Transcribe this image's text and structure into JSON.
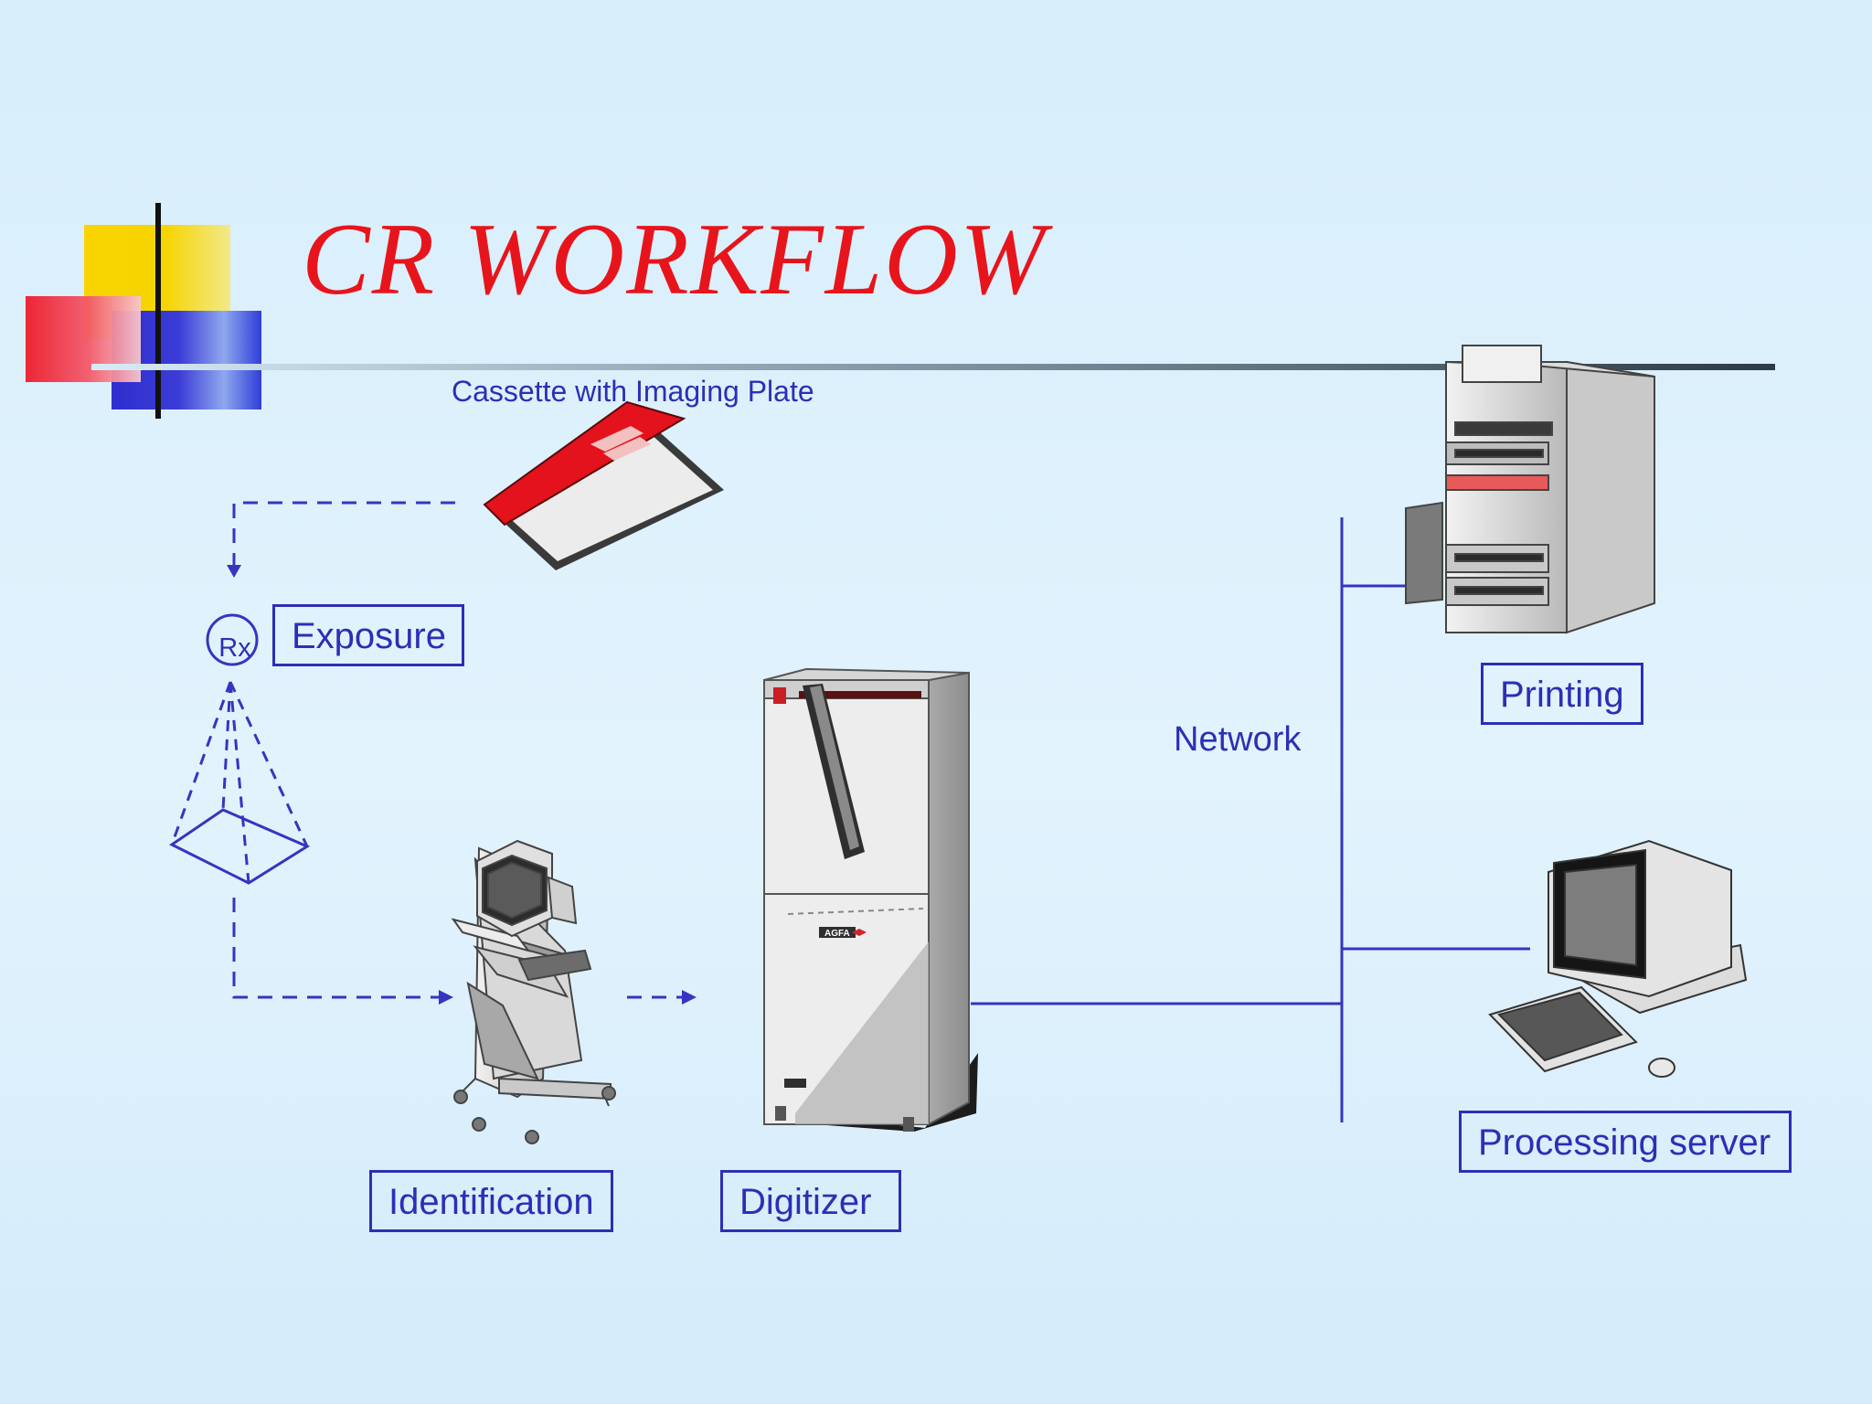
{
  "title": "CR WORKFLOW",
  "cassette_caption": "Cassette with Imaging Plate",
  "rx_symbol": "Rx",
  "labels": {
    "exposure": "Exposure",
    "identification": "Identification",
    "digitizer": "Digitizer",
    "network": "Network",
    "printing": "Printing",
    "processing_server": "Processing server"
  },
  "digitizer_brand": "AGFA",
  "colors": {
    "title": "#e8141c",
    "text_blue": "#2b2fb6",
    "line_blue": "#3535c0"
  },
  "icons": [
    "cassette-icon",
    "x-ray-source-icon",
    "workstation-cart-icon",
    "digitizer-icon",
    "printer-icon",
    "computer-icon"
  ]
}
